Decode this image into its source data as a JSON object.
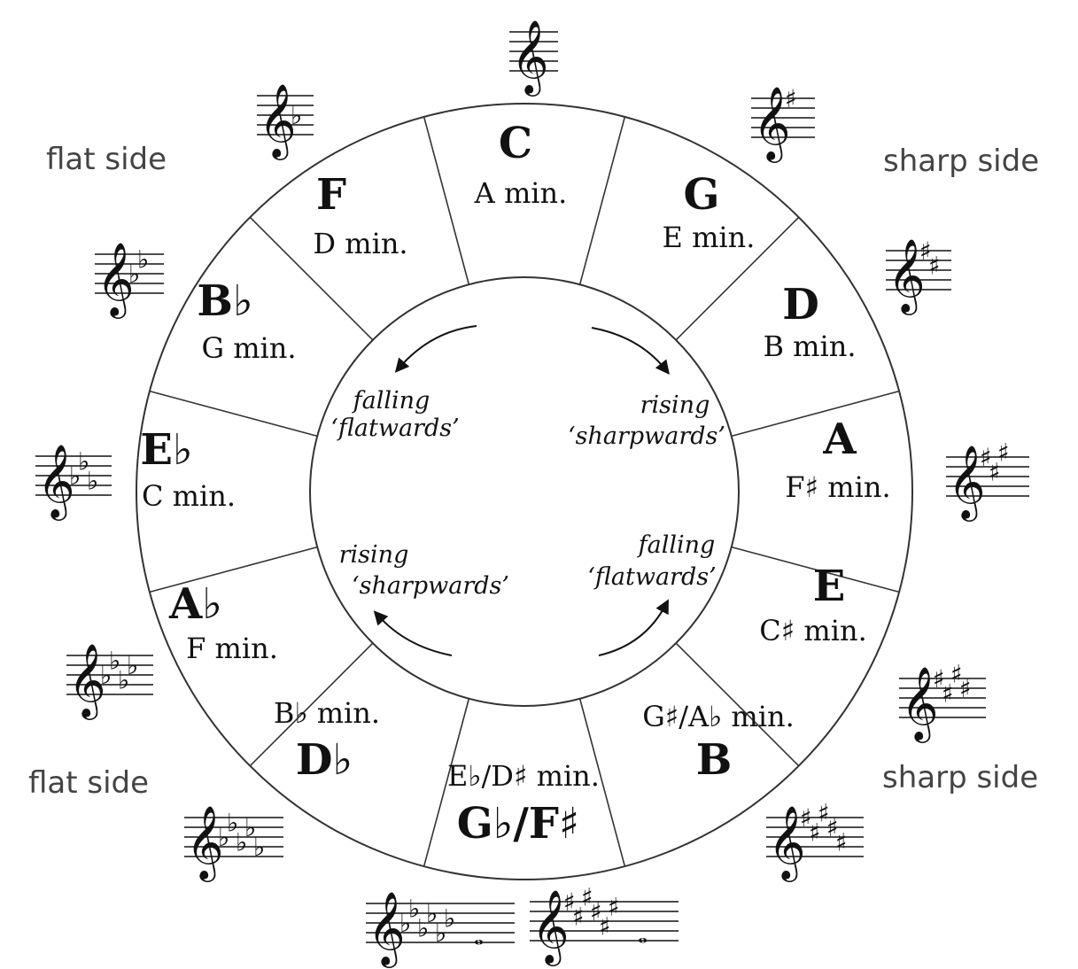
{
  "side_labels": {
    "flat_top": "flat side",
    "sharp_top": "sharp side",
    "flat_bottom": "flat side",
    "sharp_bottom": "sharp side"
  },
  "segments": [
    {
      "major": "C",
      "minor": "A min."
    },
    {
      "major": "G",
      "minor": "E min."
    },
    {
      "major": "D",
      "minor": "B min."
    },
    {
      "major": "A",
      "minor": "F♯ min."
    },
    {
      "major": "E",
      "minor": "C♯ min."
    },
    {
      "major": "B",
      "minor": "G♯/A♭ min."
    },
    {
      "major": "G♭/F♯",
      "minor": "E♭/D♯ min."
    },
    {
      "major": "D♭",
      "minor": "B♭ min."
    },
    {
      "major": "A♭",
      "minor": "F min."
    },
    {
      "major": "E♭",
      "minor": "C min."
    },
    {
      "major": "B♭",
      "minor": "G min."
    },
    {
      "major": "F",
      "minor": "D min."
    }
  ],
  "arrow_labels": {
    "top_left": [
      "falling",
      "‘flatwards’"
    ],
    "top_right": [
      "rising",
      "‘sharpwards’"
    ],
    "bottom_left": [
      "rising",
      "‘sharpwards’"
    ],
    "bottom_right": [
      "falling",
      "‘flatwards’"
    ]
  },
  "key_signatures": {
    "clef": "𝄞",
    "sharp_symbol": "♯",
    "flat_symbol": "♭",
    "note_symbol": "𝅝",
    "staves": [
      {
        "id": "C",
        "type": "none",
        "count": 0
      },
      {
        "id": "G",
        "type": "sharp",
        "count": 1
      },
      {
        "id": "D",
        "type": "sharp",
        "count": 2
      },
      {
        "id": "A",
        "type": "sharp",
        "count": 3
      },
      {
        "id": "E",
        "type": "sharp",
        "count": 4
      },
      {
        "id": "B",
        "type": "sharp",
        "count": 5
      },
      {
        "id": "F-sharp",
        "type": "sharp",
        "count": 6,
        "note": true
      },
      {
        "id": "G-flat",
        "type": "flat",
        "count": 6,
        "note": true
      },
      {
        "id": "D-flat",
        "type": "flat",
        "count": 5
      },
      {
        "id": "A-flat",
        "type": "flat",
        "count": 4
      },
      {
        "id": "E-flat",
        "type": "flat",
        "count": 3
      },
      {
        "id": "B-flat",
        "type": "flat",
        "count": 2
      },
      {
        "id": "F",
        "type": "flat",
        "count": 1
      }
    ]
  }
}
